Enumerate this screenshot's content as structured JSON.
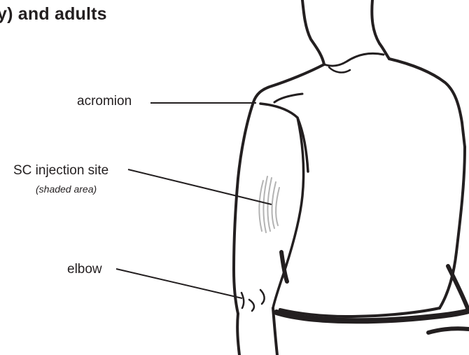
{
  "title": "y) and adults",
  "labels": {
    "acromion": "acromion",
    "injection_site": "SC injection site",
    "shaded_area": "(shaded area)",
    "elbow": "elbow"
  },
  "colors": {
    "ink": "#231f20",
    "shading": "#b3b3b3"
  }
}
